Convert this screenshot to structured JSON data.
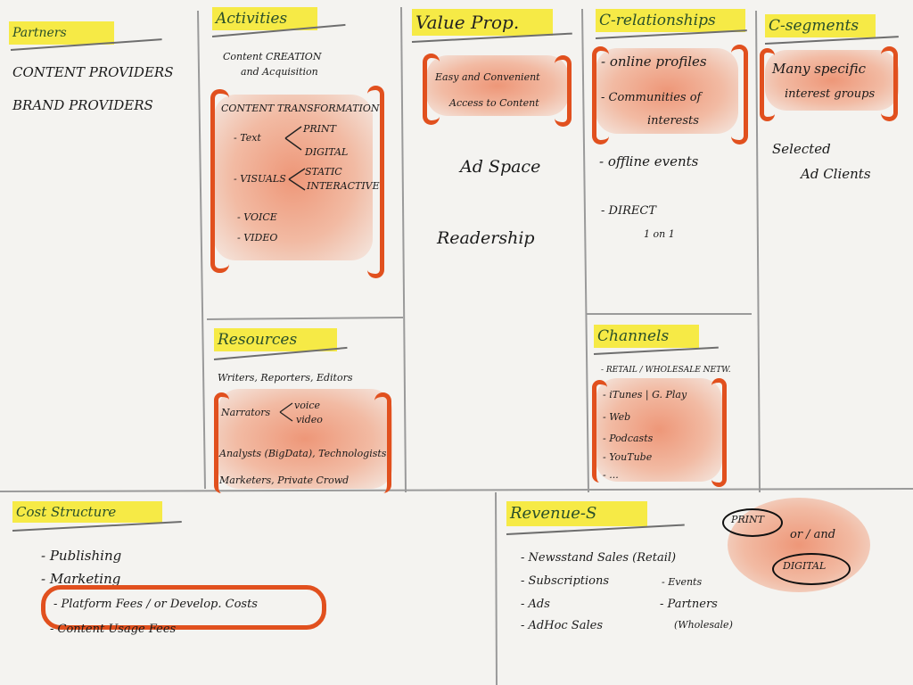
{
  "sections": {
    "partners": {
      "title": "Partners",
      "items": [
        "CONTENT  PROVIDERS",
        "BRAND  PROVIDERS"
      ]
    },
    "activities": {
      "title": "Activities",
      "intro_line1": "Content CREATION",
      "intro_line2": "and Acquisition",
      "transform_heading": "CONTENT  TRANSFORMATION",
      "text_label": "- Text",
      "text_print": "PRINT",
      "text_digital": "DIGITAL",
      "visuals_label": "- VISUALS",
      "visuals_static": "STATIC",
      "visuals_interactive": "INTERACTIVE",
      "voice": "- VOICE",
      "video": "- VIDEO"
    },
    "resources": {
      "title": "Resources",
      "line1": "Writers, Reporters, Editors",
      "narrators": "Narrators",
      "narrators_voice": "voice",
      "narrators_video": "video",
      "line3": "Analysts (BigData), Technologists",
      "line4": "Marketers, Private Crowd"
    },
    "value_prop": {
      "title": "Value Prop.",
      "boxed_line1": "Easy and Convenient",
      "boxed_line2": "Access to Content",
      "item2": "Ad Space",
      "item3": "Readership"
    },
    "relationships": {
      "title": "C-relationships",
      "item1": "- online profiles",
      "item2a": "- Communities of",
      "item2b": "interests",
      "item3": "- offline events",
      "item4a": "- DIRECT",
      "item4b": "1 on 1"
    },
    "channels": {
      "title": "Channels",
      "line0": "- RETAIL / WHOLESALE NETW.",
      "items": [
        "- iTunes | G. Play",
        "- Web",
        "- Podcasts",
        "- YouTube",
        "- ..."
      ]
    },
    "segments": {
      "title": "C-segments",
      "boxed_line1": "Many specific",
      "boxed_line2": "interest groups",
      "item2a": "Selected",
      "item2b": "Ad Clients"
    },
    "cost": {
      "title": "Cost Structure",
      "items": [
        "- Publishing",
        "- Marketing",
        "- Platform Fees / or Develop. Costs",
        "- Content Usage Fees"
      ]
    },
    "revenue": {
      "title": "Revenue-S",
      "left_items": [
        "- Newsstand Sales (Retail)",
        "- Subscriptions",
        "- Ads",
        "- AdHoc Sales"
      ],
      "right_items": [
        "- Events",
        "- Partners",
        "(Wholesale)"
      ],
      "badge_print": "PRINT",
      "badge_or": "or / and",
      "badge_digital": "DIGITAL"
    }
  },
  "colors": {
    "highlighter": "#f6e828",
    "accent_orange": "#e1501e",
    "title_green": "#2a4f2a",
    "grid_line": "#9a9a9a"
  }
}
